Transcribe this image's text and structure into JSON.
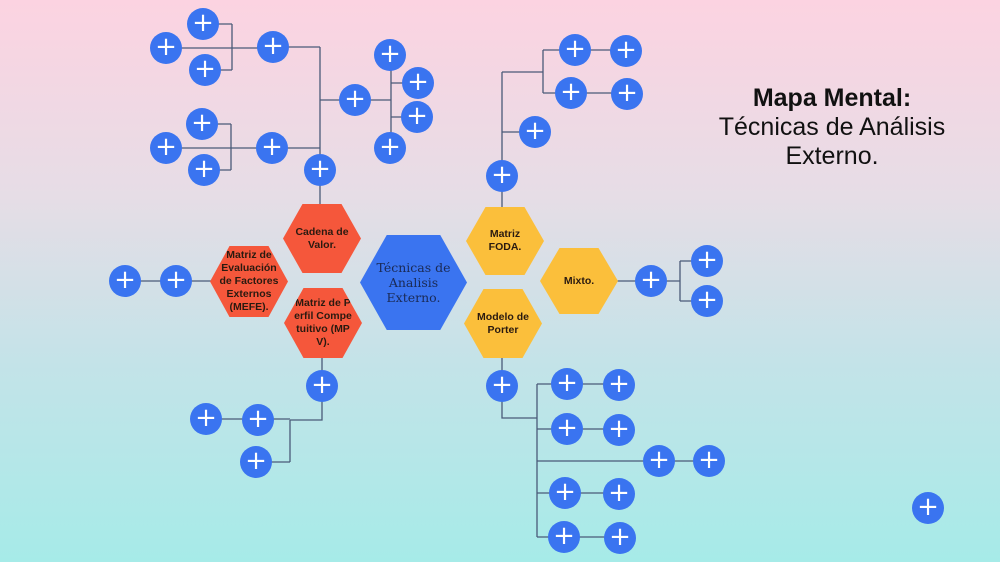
{
  "title": {
    "bold": "Mapa Mental:",
    "rest": "Técnicas de Análisis Externo."
  },
  "center": {
    "label": "Técnicas de Analisis Externo."
  },
  "branches": {
    "cadena": "Cadena de Valor.",
    "mefe": "Matriz de Evaluación de Factores Externos (MEFE).",
    "mpv": "Matriz de Perfil Competuitivo (MPV).",
    "foda": "Matriz FODA.",
    "mixto": "Mixto.",
    "porter": "Modelo de Porter"
  },
  "expand_icon": "+",
  "colors": {
    "red": "#f5573b",
    "yellow": "#fbbf3b",
    "blue": "#3a74f0"
  }
}
